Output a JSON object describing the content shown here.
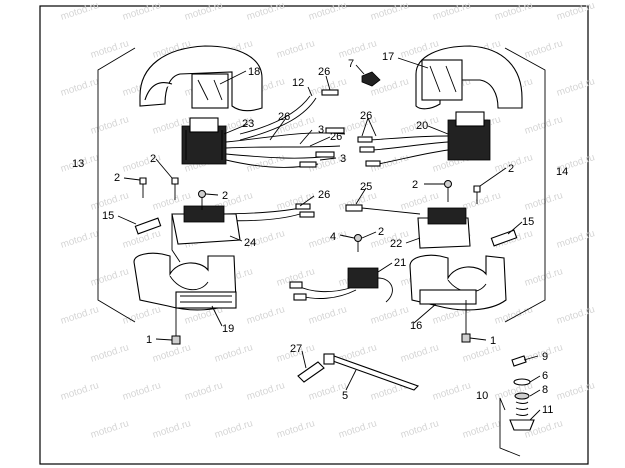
{
  "watermark": "motod.ru",
  "callouts": {
    "c1a": "1",
    "c1b": "1",
    "c2a": "2",
    "c2b": "2",
    "c2c": "2",
    "c2d": "2",
    "c2e": "2",
    "c2f": "2",
    "c3a": "3",
    "c3b": "3",
    "c4": "4",
    "c5": "5",
    "c6": "6",
    "c7": "7",
    "c8": "8",
    "c9": "9",
    "c10": "10",
    "c11": "11",
    "c12": "12",
    "c13": "13",
    "c14": "14",
    "c15a": "15",
    "c15b": "15",
    "c16": "16",
    "c17": "17",
    "c18": "18",
    "c19": "19",
    "c20": "20",
    "c21": "21",
    "c22": "22",
    "c23": "23",
    "c24": "24",
    "c25": "25",
    "c26a": "26",
    "c26b": "26",
    "c26c": "26",
    "c26d": "26",
    "c26e": "26",
    "c27": "27"
  }
}
